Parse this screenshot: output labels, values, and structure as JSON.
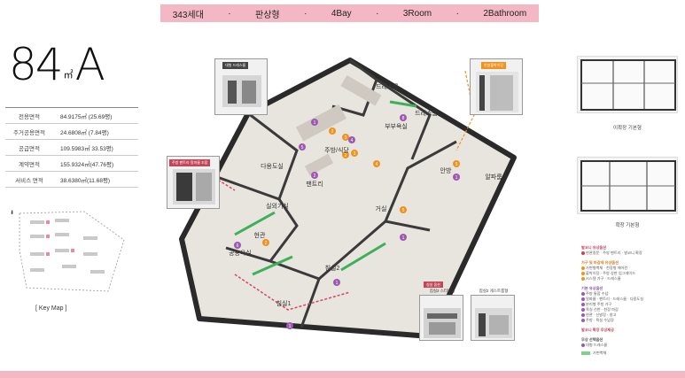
{
  "banner": {
    "items": [
      "343세대",
      "·",
      "판상형",
      "·",
      "4Bay",
      "·",
      "3Room",
      "·",
      "2Bathroom"
    ]
  },
  "unit": {
    "number": "84",
    "unit": "㎡",
    "type": "A"
  },
  "area_table": [
    {
      "label": "전용면적",
      "value": "84.9175㎡ (25.69평)"
    },
    {
      "label": "주거공용면적",
      "value": "24.6808㎡ (7.84평)"
    },
    {
      "label": "공급면적",
      "value": "109.5983㎡ 33.53평)"
    },
    {
      "label": "계약면적",
      "value": "155.9324㎡(47.76평)"
    },
    {
      "label": "서비스 면적",
      "value": "38.6380㎡(11.68평)"
    }
  ],
  "keymap": {
    "label": "[ Key  Map ]"
  },
  "rooms": {
    "dress": "드레스룸",
    "bath": "부부욕실",
    "pantry": "알파룸",
    "kitchen": "주방/식당",
    "laundry": "다용도실",
    "family": "팬트리",
    "utility": "실외기실",
    "living": "거실",
    "entrance": "현관",
    "common_bath": "공용욕실",
    "room2": "침실2",
    "room1": "침실1",
    "master": "안방",
    "alpha": "드레스룸"
  },
  "insets": {
    "top_left": "대형 드레스룸",
    "top_right": "안방붙박이장",
    "left": "주방 팬트리·알파룸 조합",
    "bottom_a": "침실2 스터디형",
    "bottom_b": "침실2 게스트룸형",
    "bottom_badge": "침실 옵션"
  },
  "right": {
    "floor1_caption": "이확장 기본형",
    "floor2_caption": "확장 기본형"
  },
  "legend": {
    "title1": "발코니 유상옵션",
    "line1": "현관중문 · 주방 팬트리 · 발코니 확장",
    "title2": "가구 및 마감재 유상옵션",
    "line2a": "가변형벽체 · 천장형 에어컨",
    "line2b": "붙박이장 · 주방 상판 업그레이드",
    "line2c": "시스템 가구 · 드레스룸",
    "title3": "기본 유상옵션",
    "line3a": "주방 통합 수납",
    "line3b": "알파룸 · 팬트리 · 드레스룸 · 다용도실",
    "line3c": "분리형 주방 가구",
    "line3d": "욕실 선반 · 천장 마감",
    "line3e": "현관 · 신발장 · 창고",
    "line3f": "주방 · 욕실 수납장",
    "title4": "발코니 확장 무상제공",
    "title5": "무상 선택옵션",
    "line5": "대형 드레스룸",
    "line6": "가변벽체"
  },
  "colors": {
    "accent": "#f4b8c5",
    "red": "#c4465a",
    "orange": "#f0921e",
    "purple": "#9b5ab0",
    "green": "#3fb05a"
  }
}
